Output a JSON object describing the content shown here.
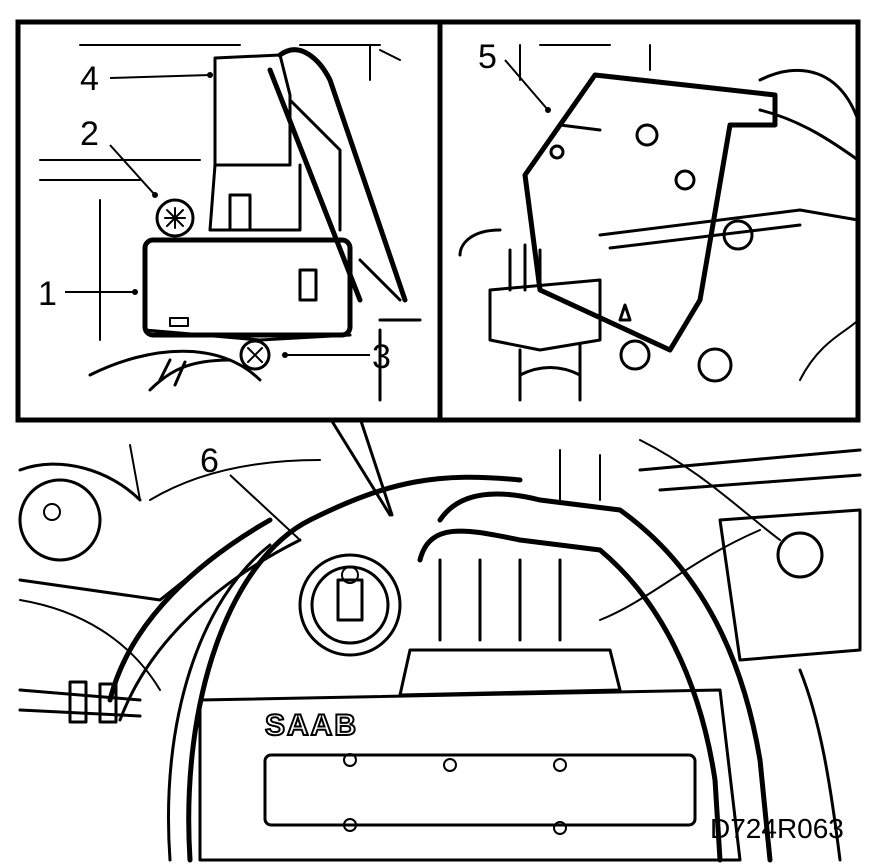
{
  "callouts": {
    "c1": "1",
    "c2": "2",
    "c3": "3",
    "c4": "4",
    "c5": "5",
    "c6": "6"
  },
  "engine_badge": "SAAB",
  "figure_code": "D724R063"
}
